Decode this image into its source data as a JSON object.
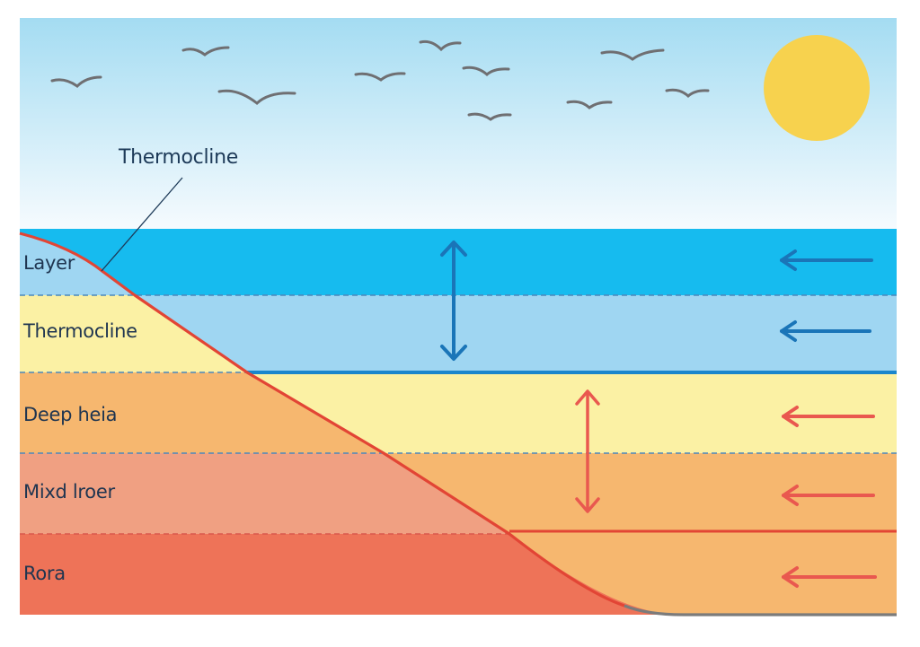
{
  "callout": {
    "text": "Thermocline"
  },
  "layers": [
    {
      "label": "Layer"
    },
    {
      "label": "Thermocline"
    },
    {
      "label": "Deep heia"
    },
    {
      "label": "Mixd lroer"
    },
    {
      "label": "Rora"
    }
  ],
  "colors": {
    "sky_top": "#a4dcf2",
    "sky_bottom": "#f6fbfe",
    "sun": "#f7d24e",
    "bird": "#6f6f72",
    "water_top": "#16bbef",
    "water_light": "#9fd6f2",
    "yellow": "#fbf1a4",
    "orange": "#f6b76f",
    "salmon": "#f0a082",
    "red": "#ee7358",
    "boundary_blue": "#1a86cc",
    "dashed_blue": "#4a88bb",
    "dashed_red": "#d9584c",
    "profile_line": "#e24535",
    "arrow_blue": "#1a75b8",
    "arrow_red": "#e9584f",
    "seafloor": "#7b7b7b"
  },
  "icons": {
    "sun": "sun-icon",
    "birds": "bird-icon",
    "arrows": [
      "double-arrow-icon",
      "arrow-left-icon"
    ]
  }
}
